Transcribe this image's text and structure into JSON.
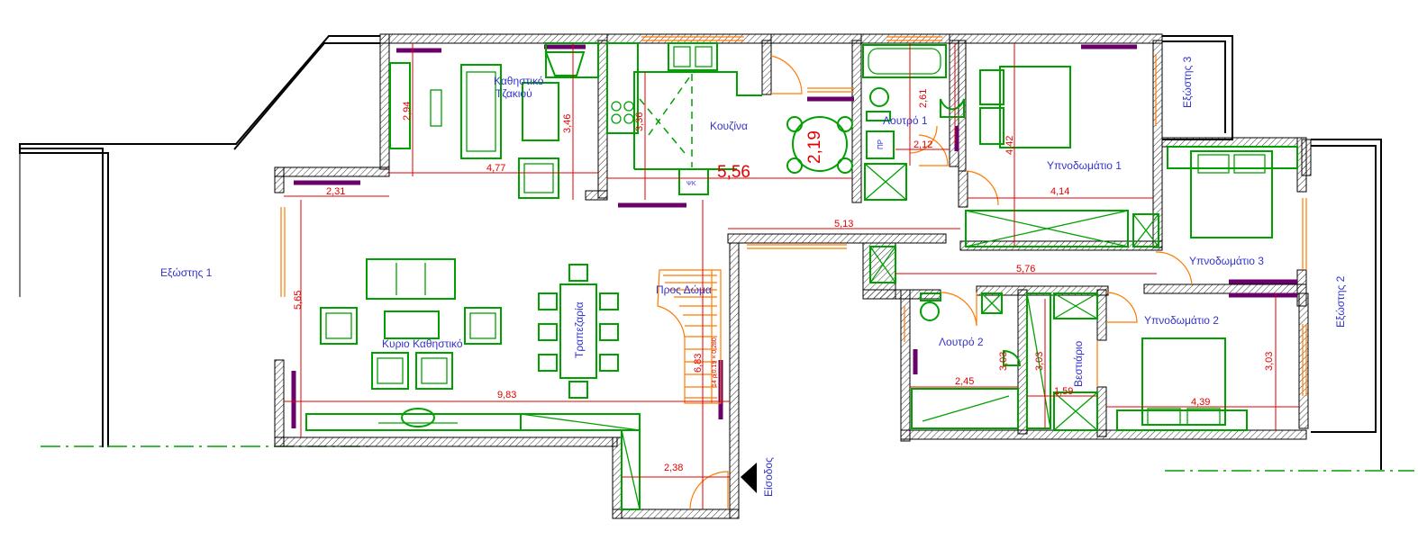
{
  "rooms": {
    "balcony1": "Εξώστης 1",
    "balcony2": "Εξώστης 2",
    "balcony3": "Εξώστης 3",
    "sitting_fireplace_line1": "Καθηστικό",
    "sitting_fireplace_line2": "Τζακιού",
    "kitchen": "Κουζίνα",
    "bath1": "Λουτρό 1",
    "bedroom1": "Υπνοδωμάτιο 1",
    "bedroom2": "Υπνοδωμάτιο 2",
    "bedroom3": "Υπνοδωμάτιο 3",
    "main_living": "Κυριο Καθηστικό",
    "dining": "Τραπεζαρία",
    "to_roof": "Προς Δώμα",
    "bath2": "Λουτρό 2",
    "closet": "Βεστιάριο",
    "entrance": "Είσοδος"
  },
  "dimensions": {
    "d_2_94": "2,94",
    "d_3_46": "3,46",
    "d_3_36": "3,36",
    "d_4_77": "4,77",
    "d_2_31": "2,31",
    "d_5_56": "5,56",
    "d_2_19": "2,19",
    "d_2_61": "2,61",
    "d_2_12": "2,12",
    "d_4_42": "4,42",
    "d_4_14": "4,14",
    "d_5_13": "5,13",
    "d_5_76": "5,76",
    "d_5_65": "5,65",
    "d_9_83": "9,83",
    "d_6_83": "6,83",
    "d_2_38": "2,38",
    "d_3_03_bath": "3,03",
    "d_3_03_closet": "3,03",
    "d_2_45": "2,45",
    "d_1_59": "1,59",
    "d_4_39": "4,39",
    "d_3_03_bed2": "3,03"
  },
  "small_labels": {
    "fridge": "ΨΚ",
    "washer": "ΠΡ",
    "stair_steps": "14 ρ 0.19 × 0.280"
  },
  "colors": {
    "walls": "#000000",
    "furniture": "#00a000",
    "dimensions": "#e00000",
    "room_labels": "#3333cc",
    "doors_windows": "#ff7a00",
    "radiators": "#6a006a"
  }
}
